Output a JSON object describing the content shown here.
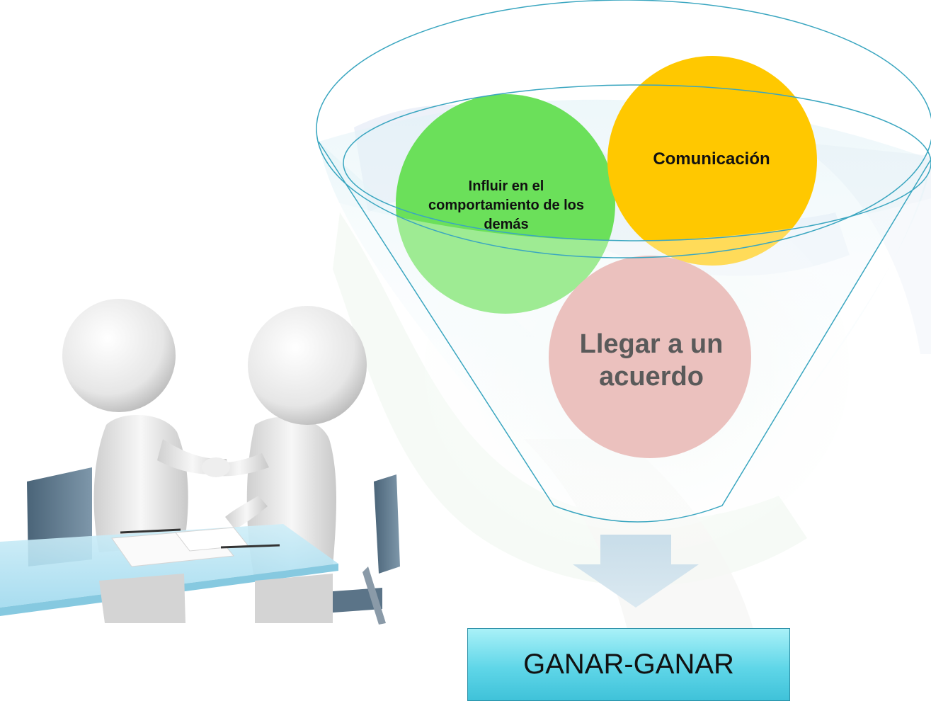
{
  "diagram": {
    "circles": [
      {
        "id": "influir",
        "label": "Influir en el comportamiento de los demás",
        "color": "#6be05a"
      },
      {
        "id": "comunicacion",
        "label": "Comunicación",
        "color": "#ffc800"
      },
      {
        "id": "acuerdo",
        "label": "Llegar a un acuerdo",
        "color": "#e0a09c"
      }
    ],
    "result": {
      "label": "GANAR-GANAR",
      "color": "#5fd6e8"
    },
    "funnel_outline_color": "#3aa6c0",
    "arrow_color": "#d0e2ec"
  },
  "illustration": {
    "icon": "handshake-meeting-icon"
  }
}
